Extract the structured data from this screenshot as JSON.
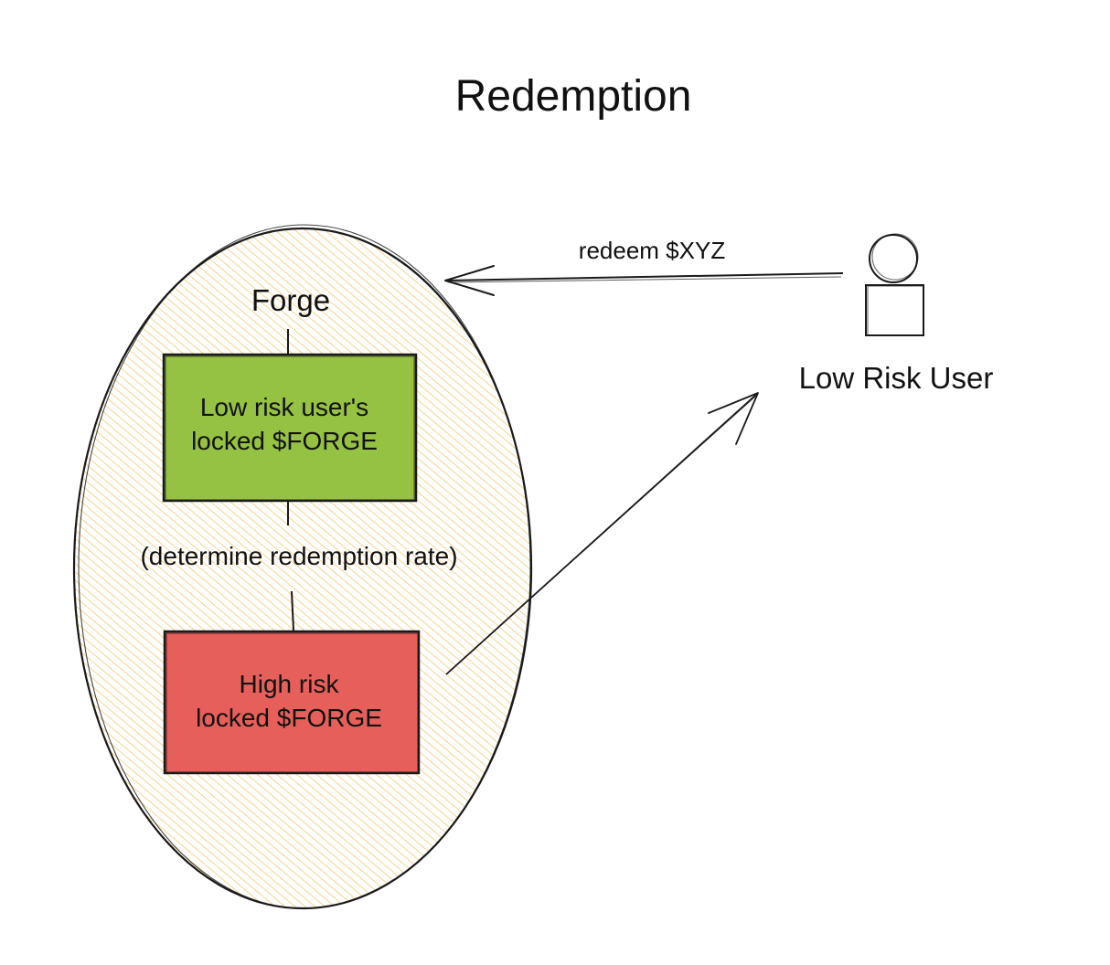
{
  "title": "Redemption",
  "container": {
    "label": "Forge",
    "fill_color": "#f3c15a",
    "stroke_color": "#1a1a1a"
  },
  "boxes": {
    "low_risk": {
      "lines": [
        "Low risk user's",
        "locked $FORGE"
      ],
      "fill_color": "#96c243"
    },
    "high_risk": {
      "lines": [
        "High risk",
        "locked $FORGE"
      ],
      "fill_color": "#e65f5a"
    }
  },
  "middle_label": "(determine redemption rate)",
  "arrows": {
    "redeem_label": "redeem $XYZ"
  },
  "actor": {
    "label": "Low Risk User",
    "icon": "person-icon"
  }
}
